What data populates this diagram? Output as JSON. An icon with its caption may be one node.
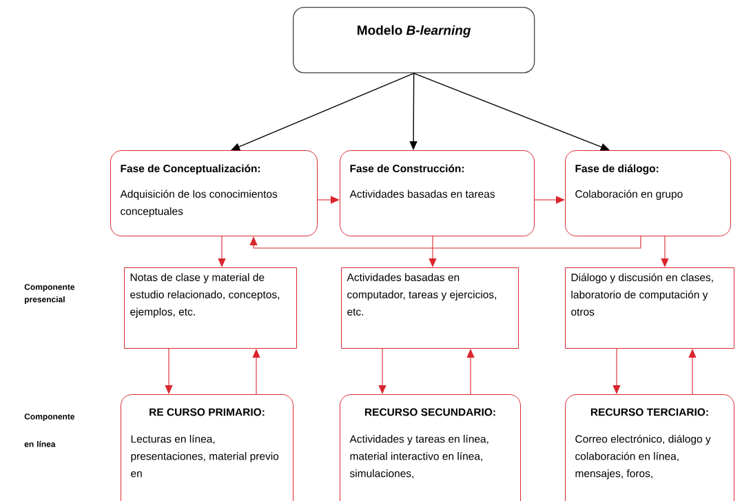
{
  "diagram": {
    "nodes": [
      {
        "text": [
          "Modelo *B-learning*"
        ]
      },
      {
        "text": [
          "Fase de Conceptualización:",
          "Adquisición de  los conocimientos conceptuales"
        ]
      },
      {
        "text": [
          "Fase de Construcción:",
          "Actividades basadas en tareas"
        ]
      },
      {
        "text": [
          "Fase de diálogo:",
          "Colaboración en grupo"
        ]
      },
      {
        "text": [
          "Notas de clase y material de estudio relacionado, conceptos, ejemplos, etc."
        ]
      },
      {
        "text": [
          "Actividades basadas en computador,  tareas y ejercicios, etc."
        ]
      },
      {
        "text": [
          "Diálogo y discusión en clases, laboratorio de computación y otros"
        ]
      },
      {
        "text": [
          "RE CURSO PRIMARIO:",
          "Lecturas en línea, presentaciones, material previo en"
        ]
      },
      {
        "text": [
          "RECURSO SECUNDARIO:",
          "Actividades y tareas en línea, material interactivo en línea, simulaciones,"
        ]
      },
      {
        "text": [
          "RECURSO TERCIARIO:",
          "Correo electrónico, diálogo y colaboración en línea, mensajes, foros,"
        ]
      }
    ],
    "edges": [
      {
        "from": 0,
        "to": 1,
        "arrow": "to",
        "color": "#000000"
      },
      {
        "from": 0,
        "to": 2,
        "arrow": "to",
        "color": "#000000"
      },
      {
        "from": 0,
        "to": 3,
        "arrow": "to",
        "color": "#000000"
      },
      {
        "from": 1,
        "to": 2,
        "arrow": "to"
      },
      {
        "from": 2,
        "to": 3,
        "arrow": "to"
      },
      {
        "from": 3,
        "to": 1,
        "arrow": "to"
      },
      {
        "from": 1,
        "to": 4,
        "arrow": "to"
      },
      {
        "from": 2,
        "to": 5,
        "arrow": "to"
      },
      {
        "from": 3,
        "to": 6,
        "arrow": "to"
      },
      {
        "from": 4,
        "to": 7,
        "arrow": "to"
      },
      {
        "from": 7,
        "to": 4,
        "arrow": "to"
      },
      {
        "from": 5,
        "to": 8,
        "arrow": "to"
      },
      {
        "from": 8,
        "to": 5,
        "arrow": "to"
      },
      {
        "from": 6,
        "to": 9,
        "arrow": "to"
      },
      {
        "from": 9,
        "to": 6,
        "arrow": "to"
      }
    ],
    "labels": [
      "Componente presencial",
      "Componente en línea"
    ]
  }
}
